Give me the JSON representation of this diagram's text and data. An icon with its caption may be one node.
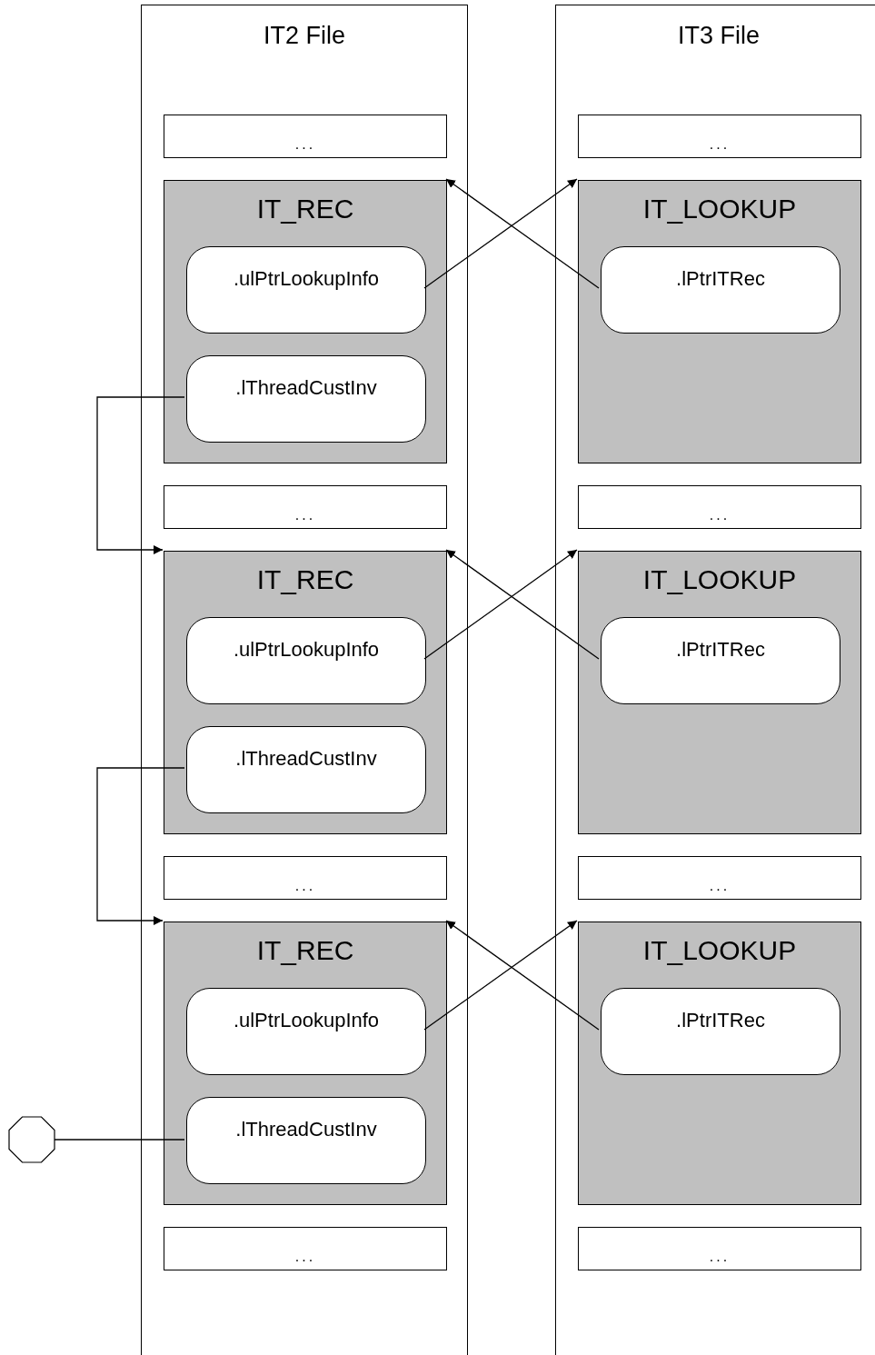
{
  "diagram": {
    "nodes": [
      {
        "text": [
          "IT2 File"
        ]
      },
      {
        "text": [
          "..."
        ],
        "in": 0
      },
      {
        "text": [
          "IT_REC"
        ],
        "in": 0
      },
      {
        "text": [
          ".ulPtrLookupInfo"
        ],
        "in": 2
      },
      {
        "text": [
          ".lThreadCustInv"
        ],
        "in": 2
      },
      {
        "text": [
          "..."
        ],
        "in": 0
      },
      {
        "text": [
          "IT_REC"
        ],
        "in": 0
      },
      {
        "text": [
          ".ulPtrLookupInfo"
        ],
        "in": 6
      },
      {
        "text": [
          ".lThreadCustInv"
        ],
        "in": 6
      },
      {
        "text": [
          "..."
        ],
        "in": 0
      },
      {
        "text": [
          "IT_REC"
        ],
        "in": 0
      },
      {
        "text": [
          ".ulPtrLookupInfo"
        ],
        "in": 10
      },
      {
        "text": [
          ".lThreadCustInv"
        ],
        "in": 10
      },
      {
        "text": [
          "..."
        ],
        "in": 0
      },
      {
        "text": [
          "IT3 File"
        ]
      },
      {
        "text": [
          "..."
        ],
        "in": 14
      },
      {
        "text": [
          "IT_LOOKUP"
        ],
        "in": 14
      },
      {
        "text": [
          ".lPtrITRec"
        ],
        "in": 16
      },
      {
        "text": [
          "..."
        ],
        "in": 14
      },
      {
        "text": [
          "IT_LOOKUP"
        ],
        "in": 14
      },
      {
        "text": [
          ".lPtrITRec"
        ],
        "in": 19
      },
      {
        "text": [
          "..."
        ],
        "in": 14
      },
      {
        "text": [
          "IT_LOOKUP"
        ],
        "in": 14
      },
      {
        "text": [
          ".lPtrITRec"
        ],
        "in": 22
      },
      {
        "text": [
          "..."
        ],
        "in": 14
      },
      {
        "text": [],
        "shape": "octagon"
      }
    ],
    "edges": [
      {
        "from": 3,
        "to": 16,
        "arrow": "to"
      },
      {
        "from": 17,
        "to": 2,
        "arrow": "to"
      },
      {
        "from": 4,
        "to": 6,
        "arrow": "to"
      },
      {
        "from": 7,
        "to": 19,
        "arrow": "to"
      },
      {
        "from": 20,
        "to": 6,
        "arrow": "to"
      },
      {
        "from": 8,
        "to": 10,
        "arrow": "to"
      },
      {
        "from": 11,
        "to": 22,
        "arrow": "to"
      },
      {
        "from": 23,
        "to": 10,
        "arrow": "to"
      },
      {
        "from": 25,
        "to": 12,
        "arrow": "none"
      }
    ]
  }
}
